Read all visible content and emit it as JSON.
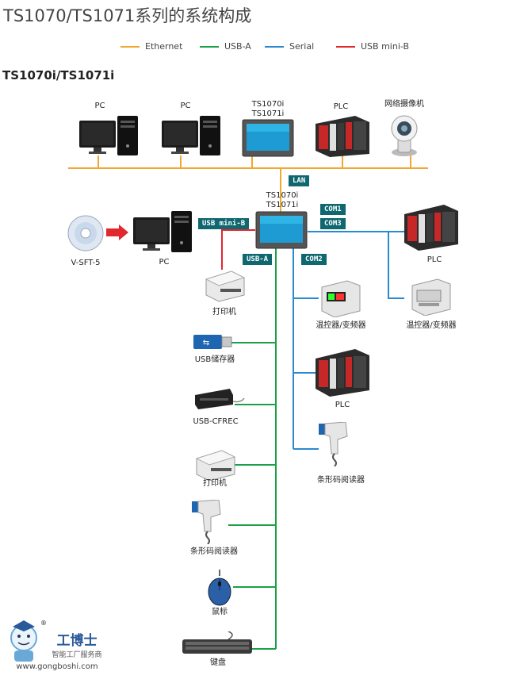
{
  "title": "TS1070/TS1071系列的系统构成",
  "subtitle": "TS1070i/TS1071i",
  "legend": [
    {
      "label": "Ethernet",
      "color": "#f0a830"
    },
    {
      "label": "USB-A",
      "color": "#1aa046"
    },
    {
      "label": "Serial",
      "color": "#2a8ad0"
    },
    {
      "label": "USB mini-B",
      "color": "#e0282e"
    }
  ],
  "colors": {
    "ethernet": "#f0a830",
    "usb_a": "#1aa046",
    "serial": "#2a8ad0",
    "usb_minib": "#e0282e",
    "tag": "#0f6870"
  },
  "top_devices": {
    "pc1": "PC",
    "pc2": "PC",
    "hmi_top_line1": "TS1070i",
    "hmi_top_line2": "TS1071i",
    "plc_top": "PLC",
    "camera": "网络摄像机"
  },
  "center": {
    "line1": "TS1070i",
    "line2": "TS1071i"
  },
  "tags": {
    "lan": "LAN",
    "com1": "COM1",
    "com3": "COM3",
    "usb_mini_b": "USB mini-B",
    "usb_a": "USB-A",
    "com2": "COM2"
  },
  "left_devices": {
    "cd": "V-SFT-5",
    "pc": "PC"
  },
  "usb_devices": [
    "打印机",
    "USB储存器",
    "USB-CFREC",
    "打印机",
    "条形码阅读器",
    "鼠标",
    "键盘"
  ],
  "com2_devices": [
    "温控器/变频器",
    "PLC",
    "条形码阅读器"
  ],
  "com13_devices": [
    "PLC",
    "温控器/变频器"
  ],
  "watermark": {
    "brand": "工博士",
    "slogan": "智能工厂服务商",
    "url": "www.gongboshi.com",
    "mark": "®"
  }
}
